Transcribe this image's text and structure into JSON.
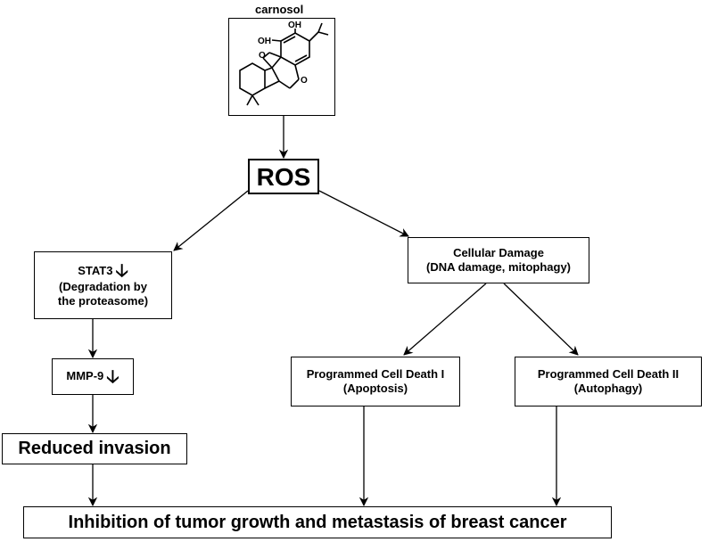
{
  "molecule": {
    "label": "carnosol",
    "oh_top": "OH",
    "oh_left": "OH",
    "keto_o": "O",
    "ring_o": "O"
  },
  "nodes": {
    "ros": "ROS",
    "stat3": {
      "title": "STAT3",
      "line2": "(Degradation by",
      "line3": "the proteasome)"
    },
    "mmp9": "MMP-9",
    "reduced_invasion": "Reduced invasion",
    "cellular_damage": {
      "line1": "Cellular Damage",
      "line2": "(DNA damage, mitophagy)"
    },
    "pcd1": {
      "line1": "Programmed Cell Death I",
      "line2": "(Apoptosis)"
    },
    "pcd2": {
      "line1": "Programmed Cell Death II",
      "line2": "(Autophagy)"
    },
    "inhibition": "Inhibition of tumor growth and metastasis of breast cancer"
  },
  "symbols": {
    "down_arrow": "🡣"
  }
}
